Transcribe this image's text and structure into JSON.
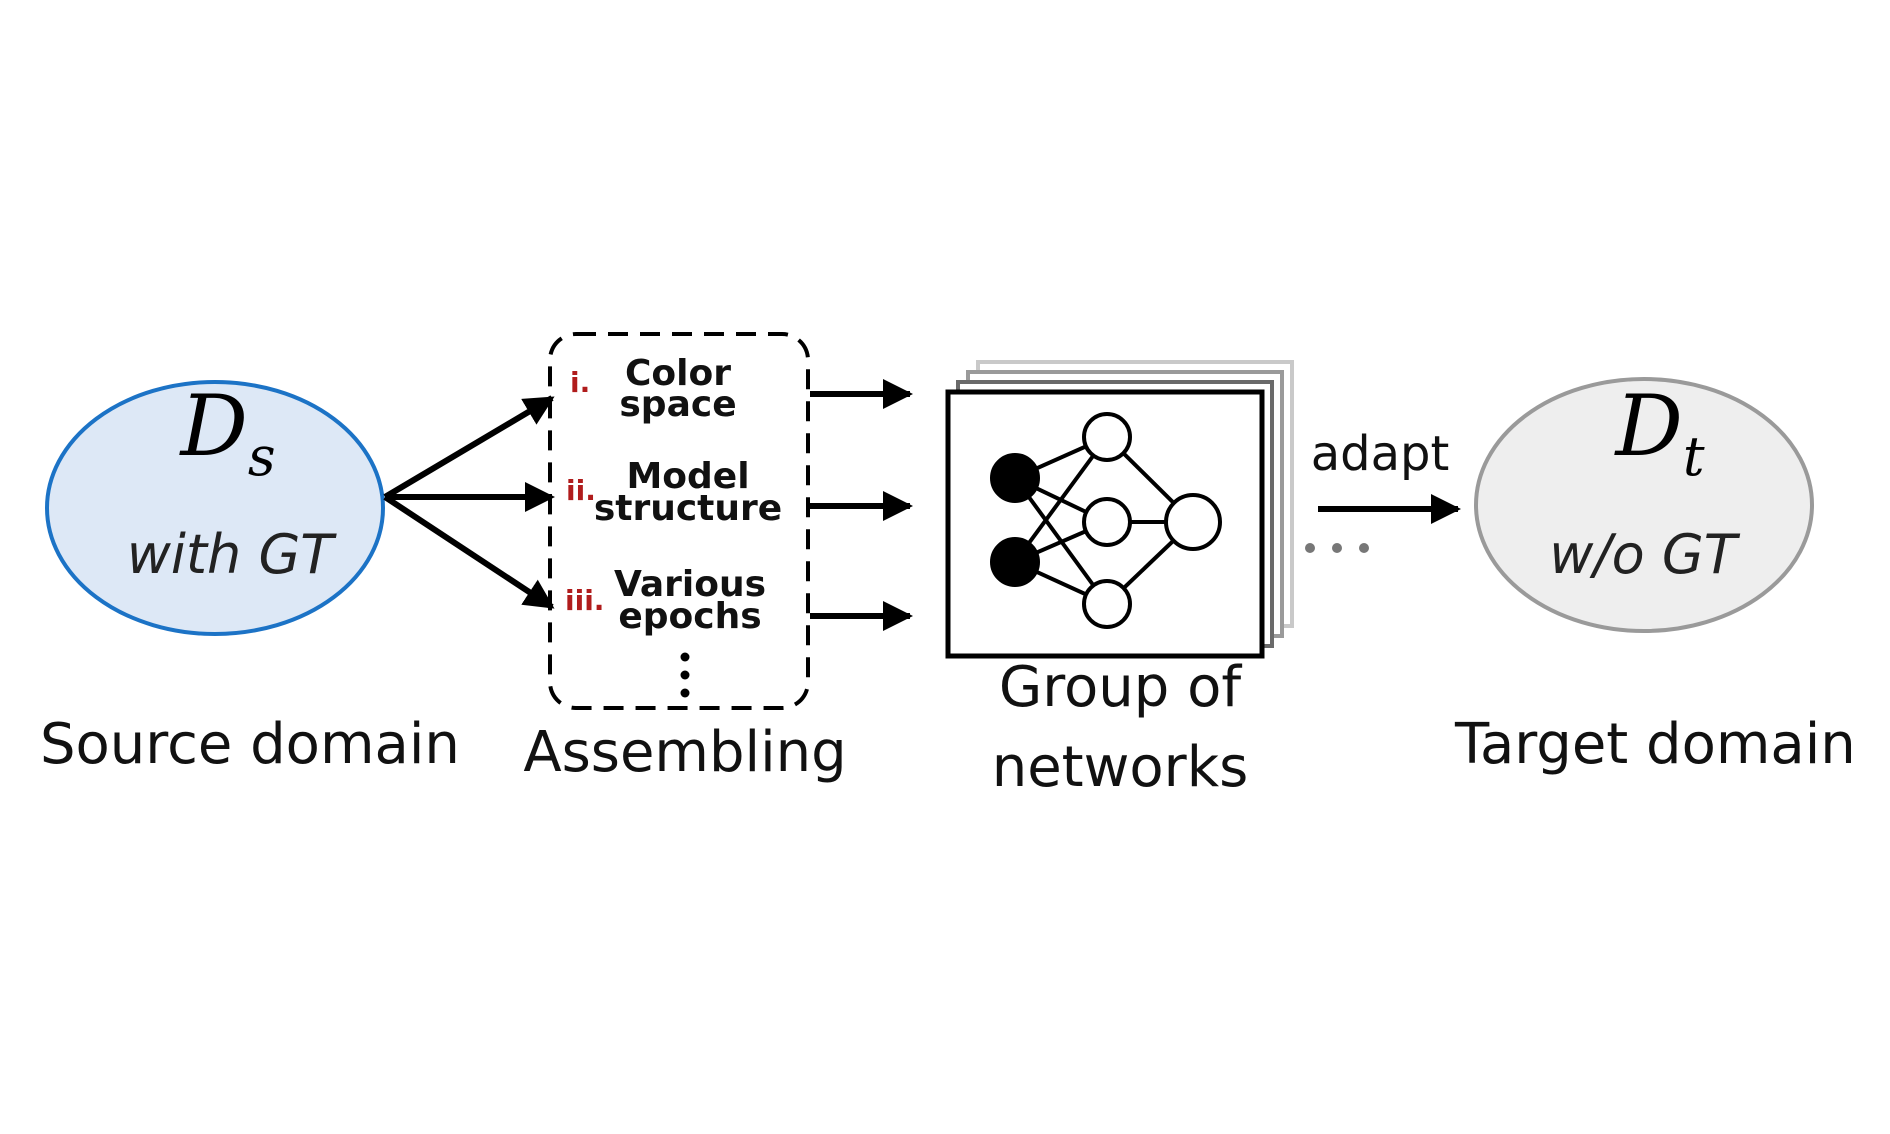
{
  "source": {
    "symbol": "D",
    "subscript": "s",
    "gt_label": "with GT",
    "caption": "Source domain",
    "fill": "#dde8f6",
    "stroke": "#1c73c6"
  },
  "target": {
    "symbol": "D",
    "subscript": "t",
    "gt_label": "w/o GT",
    "caption": "Target domain",
    "fill": "#eeeeee",
    "stroke": "#9a9a9a"
  },
  "assembling": {
    "caption": "Assembling",
    "items": [
      {
        "numeral": "i.",
        "line1": "Color",
        "line2": "space"
      },
      {
        "numeral": "ii.",
        "line1": "Model",
        "line2": "structure"
      },
      {
        "numeral": "iii.",
        "line1": "Various",
        "line2": "epochs"
      }
    ],
    "numeral_color": "#b01c1c"
  },
  "networks": {
    "caption_line1": "Group of",
    "caption_line2": "networks",
    "shadow_colors": [
      "#c9c9c9",
      "#9a9a9a",
      "#6a6a6a"
    ]
  },
  "adapt_label": "adapt",
  "icons": {
    "neural_net": "neural-network-icon",
    "more_items": "vertical-ellipsis-icon",
    "more_networks": "horizontal-ellipsis-icon"
  }
}
